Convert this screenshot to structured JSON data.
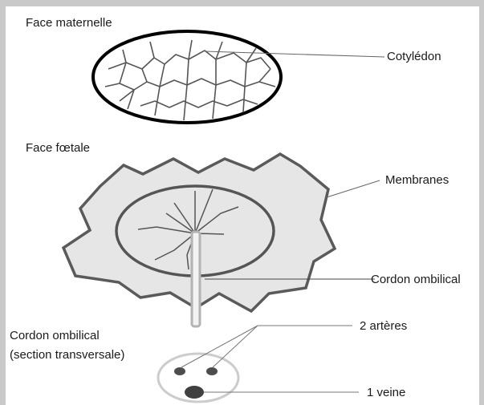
{
  "labels": {
    "face_maternelle": "Face maternelle",
    "cotyledon": "Cotylédon",
    "face_foetale": "Face fœtale",
    "membranes": "Membranes",
    "cordon_ombilical": "Cordon ombilical",
    "section_line1": "Cordon ombilical",
    "section_line2": "(section transversale)",
    "arteres": "2 artères",
    "veine": "1 veine"
  },
  "colors": {
    "frame": "#c9c9c9",
    "background": "#ffffff",
    "outline": "#000000",
    "vessel": "#555555",
    "membrane_fill": "#e6e6e6",
    "membrane_stroke": "#5a5a5a",
    "cord_fill": "#f2f2f2",
    "cord_stroke": "#b3b3b3",
    "artery": "#4d4d4d",
    "vein": "#404040",
    "leader": "#666666"
  }
}
